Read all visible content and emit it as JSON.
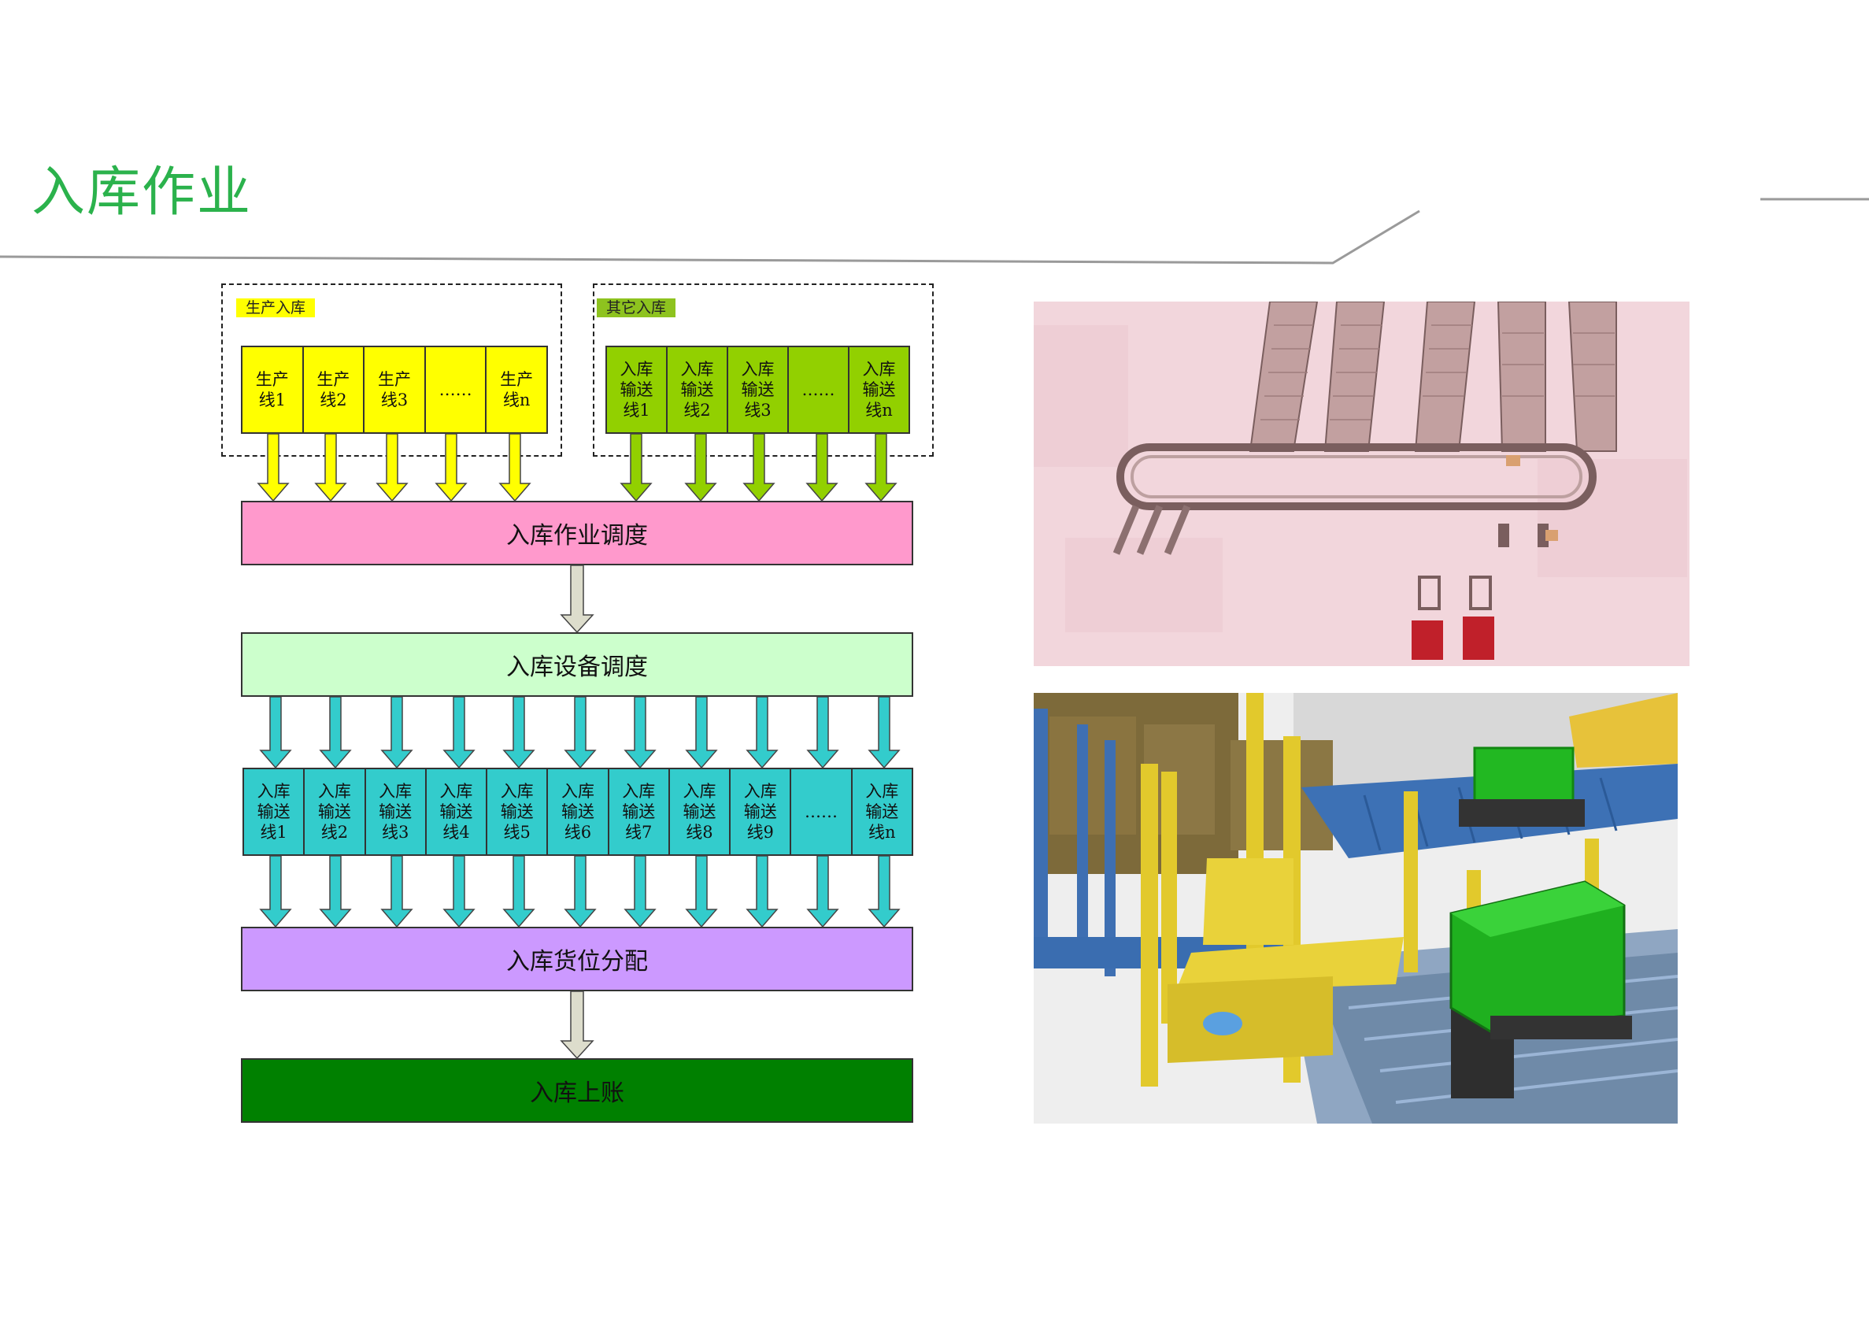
{
  "page": {
    "title": "入库作业"
  },
  "diagram": {
    "groups": [
      {
        "label": "生产入库",
        "tag_color": "#ffff00"
      },
      {
        "label": "其它入库",
        "tag_color": "#8ec31f"
      }
    ],
    "production_lines": [
      "生产\n线1",
      "生产\n线2",
      "生产\n线3",
      "……",
      "生产\n线n"
    ],
    "other_lines": [
      "入库\n输送\n线1",
      "入库\n输送\n线2",
      "入库\n输送\n线3",
      "……",
      "入库\n输送\n线n"
    ],
    "stage1": "入库作业调度",
    "stage2": "入库设备调度",
    "conveyors": [
      "入库\n输送\n线1",
      "入库\n输送\n线2",
      "入库\n输送\n线3",
      "入库\n输送\n线4",
      "入库\n输送\n线5",
      "入库\n输送\n线6",
      "入库\n输送\n线7",
      "入库\n输送\n线8",
      "入库\n输送\n线9",
      "……",
      "入库\n输送\n线n"
    ],
    "stage3": "入库货位分配",
    "stage4": "入库上账",
    "colors": {
      "yellow": "#ffff00",
      "green": "#92d000",
      "pink": "#ff99cc",
      "mint": "#ccffcc",
      "cyan": "#33cccc",
      "violet": "#cc99ff",
      "dark_green": "#008000",
      "accent": "#2bb24c"
    }
  }
}
